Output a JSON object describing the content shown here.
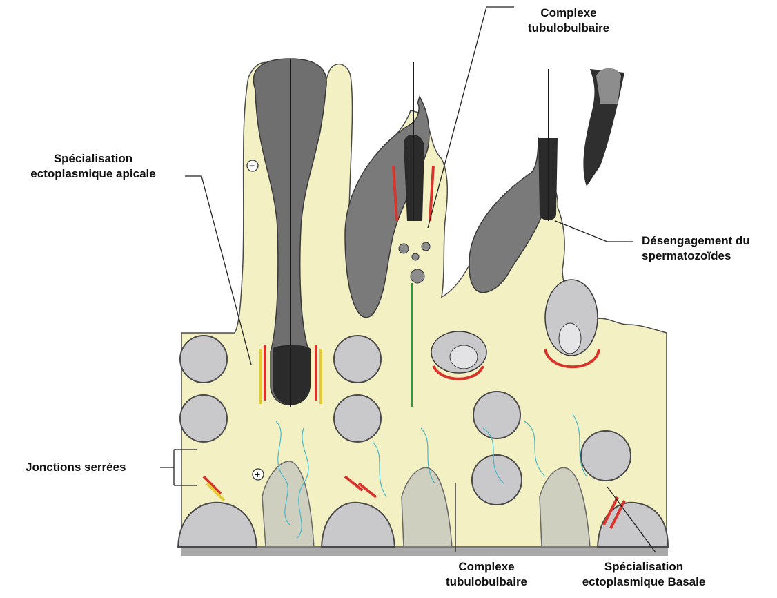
{
  "labels": {
    "complexe_top": {
      "line1": "Complexe",
      "line2": "tubulobulbaire"
    },
    "apicale": {
      "line1": "Spécialisation",
      "line2": "ectoplasmique apicale"
    },
    "desengagement": {
      "line1": "Désengagement du",
      "line2": "spermatozoïdes"
    },
    "jonctions": {
      "line1": "Jonctions serrées"
    },
    "complexe_bottom": {
      "line1": "Complexe",
      "line2": "tubulobulbaire"
    },
    "basale": {
      "line1": "Spécialisation",
      "line2": "ectoplasmique Basale"
    }
  },
  "symbols": {
    "minus": "−",
    "plus": "+"
  },
  "colors": {
    "cytoplasm": "#f3f1c4",
    "outline": "#4a4a4a",
    "spermatid_dark": "#2f2f2f",
    "spermatid_gray": "#7a7a7a",
    "nucleus": "#c9c9cb",
    "junction_red": "#d9342b",
    "junction_yellow": "#e2c936",
    "microtubule_green": "#2e9a3e",
    "filament_cyan": "#49b8c8",
    "basement": "#a9a9a9"
  }
}
